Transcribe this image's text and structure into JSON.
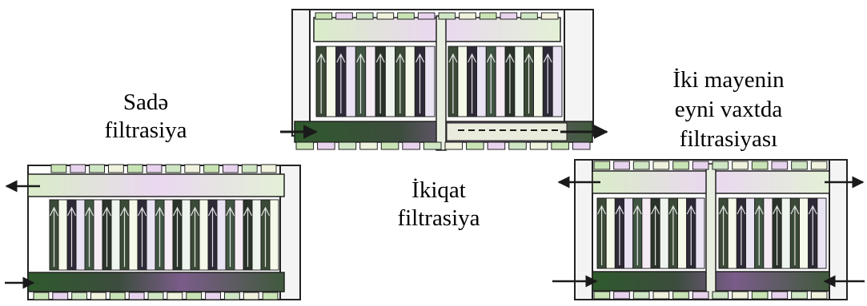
{
  "labels": {
    "simple": [
      "Sadə",
      "filtrasiya"
    ],
    "double": [
      "İkiqat",
      "filtrasiya"
    ],
    "simultaneous": [
      "İki mayenin",
      "eyni vaxtda",
      "filtrasiyası"
    ]
  },
  "palette": {
    "plate_light": [
      "#f5f9e9",
      "#e9e3f4",
      "#f6ecf4",
      "#eef5ee"
    ],
    "plate_dark": [
      "#3b4a37",
      "#2e2937",
      "#415543",
      "#2a3329"
    ],
    "channel": [
      "#c9e4b4",
      "#e8d3ee",
      "#cfe6c5",
      "#f0f2dd"
    ],
    "outlet": [
      "#3c4c3d",
      "#6a4e7d",
      "#2f5a2d",
      "#7a5c89",
      "#405a3c"
    ],
    "ink": "#1a1a1a",
    "frame": "#222222"
  }
}
